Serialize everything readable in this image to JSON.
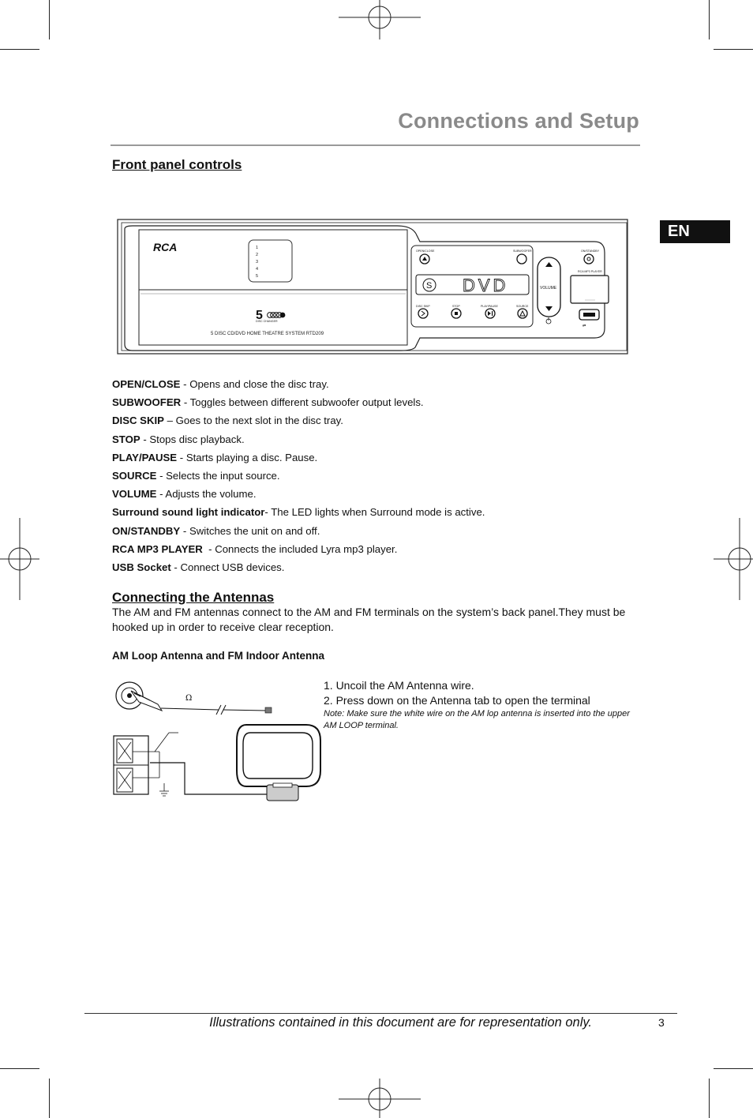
{
  "header": {
    "title": "Connections and Setup",
    "language_tab": "EN"
  },
  "front_panel": {
    "heading": "Front panel controls",
    "device": {
      "brand": "RCA",
      "disc_numbers": [
        "1",
        "2",
        "3",
        "4",
        "5"
      ],
      "changer_number": "5",
      "changer_label": "DISC CHANGER",
      "model_text": "5 DISC CD/DVD HOME THEATRE SYSTEM RTD209",
      "display_text": "DVD",
      "button_labels": {
        "open_close": "OPEN/CLOSE",
        "subwoofer": "SUBWOOFER",
        "on_standby": "ON/STANDBY",
        "rca_mp3_player": "RCA MP3 PLAYER",
        "disc_skip": "DISC SKIP",
        "stop": "STOP",
        "play_pause": "PLAY/PAUSE",
        "source": "SOURCE",
        "volume": "VOLUME"
      }
    },
    "controls": [
      {
        "term": "OPEN/CLOSE",
        "desc": " - Opens and close the disc tray."
      },
      {
        "term": "SUBWOOFER",
        "desc": " - Toggles between different subwoofer output levels."
      },
      {
        "term": "DISC SKIP",
        "desc": " – Goes to the next slot in the disc tray."
      },
      {
        "term": "STOP",
        "desc": " - Stops disc playback."
      },
      {
        "term": "PLAY/PAUSE",
        "desc": " - Starts playing a disc. Pause."
      },
      {
        "term": "SOURCE",
        "desc": " - Selects the input source."
      },
      {
        "term": "VOLUME",
        "desc": " - Adjusts the volume."
      },
      {
        "term": "Surround sound light indicator",
        "desc": "- The LED lights when Surround mode is active."
      },
      {
        "term": "ON/STANDBY",
        "desc": " - Switches the unit on and off."
      },
      {
        "term": "RCA MP3 PLAYER",
        "desc": "  - Connects the included Lyra mp3 player."
      },
      {
        "term": "USB Socket",
        "desc": " - Connect USB devices."
      }
    ]
  },
  "antennas": {
    "heading": "Connecting the Antennas",
    "intro": "The AM and FM antennas connect to the AM and FM terminals on the system’s back panel.They must be hooked up in order to receive clear reception.",
    "subheading": "AM Loop Antenna and FM Indoor Antenna",
    "diagram_symbol": "Ω",
    "steps": [
      "1. Uncoil the AM Antenna wire.",
      "2. Press down on the Antenna tab to open the terminal"
    ],
    "note": "Note: Make sure the white wire on the AM lop antenna is inserted into the upper AM LOOP terminal."
  },
  "footer": {
    "disclaimer": "Illustrations contained in this document are for representation only.",
    "page_number": "3"
  }
}
